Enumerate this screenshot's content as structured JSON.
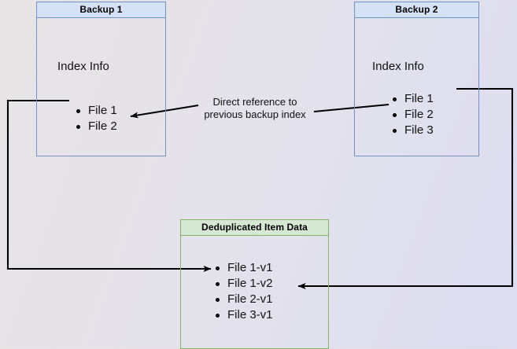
{
  "diagram": {
    "title_hidden": "",
    "background": {
      "gradient_from": "#e8e4e6",
      "gradient_to": "#dddcf1"
    },
    "colors": {
      "blue_fill": "#d5e2f5",
      "blue_stroke": "#7093c4",
      "green_fill": "#d6e8d4",
      "green_stroke": "#82b366",
      "edge_stroke": "#000000",
      "text": "#111111"
    },
    "nodes": [
      {
        "id": "backup1",
        "header": "Backup 1",
        "body_label": "Index Info",
        "items": [
          "File 1",
          "File 2"
        ]
      },
      {
        "id": "backup2",
        "header": "Backup 2",
        "body_label": "Index Info",
        "items": [
          "File 1",
          "File 2",
          "File 3"
        ]
      },
      {
        "id": "dedup",
        "header": "Deduplicated Item Data",
        "body_label": "",
        "items": [
          "File 1-v1",
          "File 1-v2",
          "File 2-v1",
          "File 3-v1"
        ]
      }
    ],
    "annotations": [
      {
        "id": "direct-reference",
        "text": "Direct reference to\nprevious backup index"
      }
    ]
  }
}
